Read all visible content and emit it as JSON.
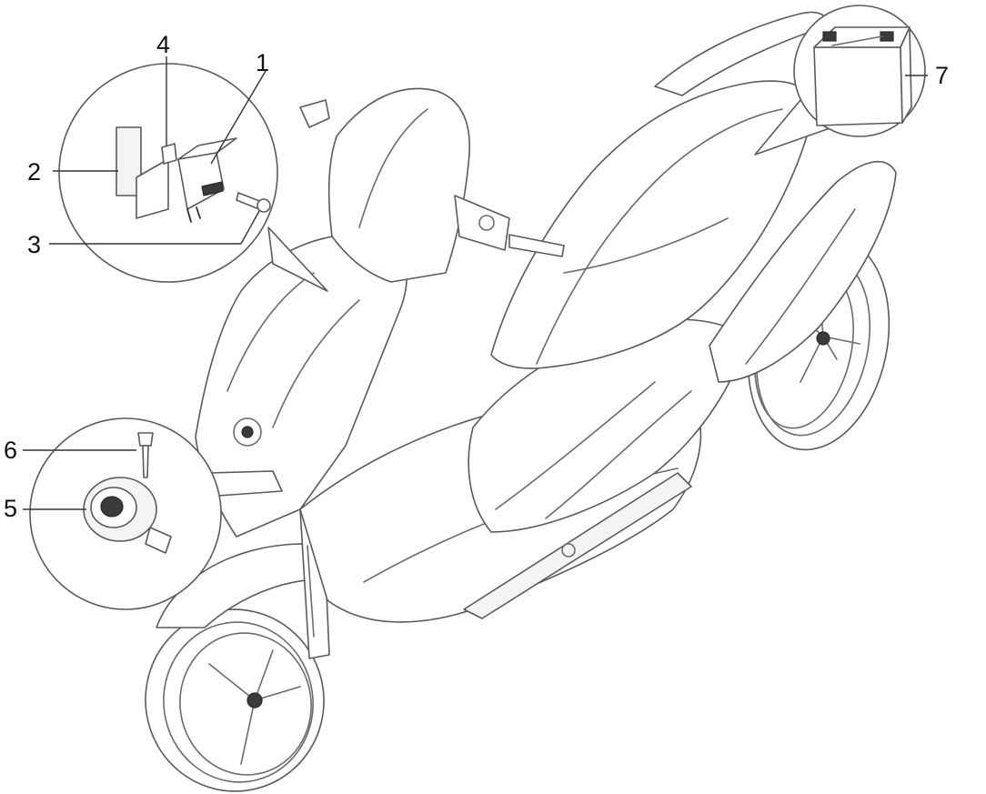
{
  "diagram": {
    "callouts": [
      {
        "id": "1",
        "label": "1"
      },
      {
        "id": "2",
        "label": "2"
      },
      {
        "id": "3",
        "label": "3"
      },
      {
        "id": "4",
        "label": "4"
      },
      {
        "id": "5",
        "label": "5"
      },
      {
        "id": "6",
        "label": "6"
      },
      {
        "id": "7",
        "label": "7"
      }
    ],
    "colors": {
      "line": "#6b6b6b",
      "label": "#111111",
      "background": "#ffffff"
    }
  }
}
